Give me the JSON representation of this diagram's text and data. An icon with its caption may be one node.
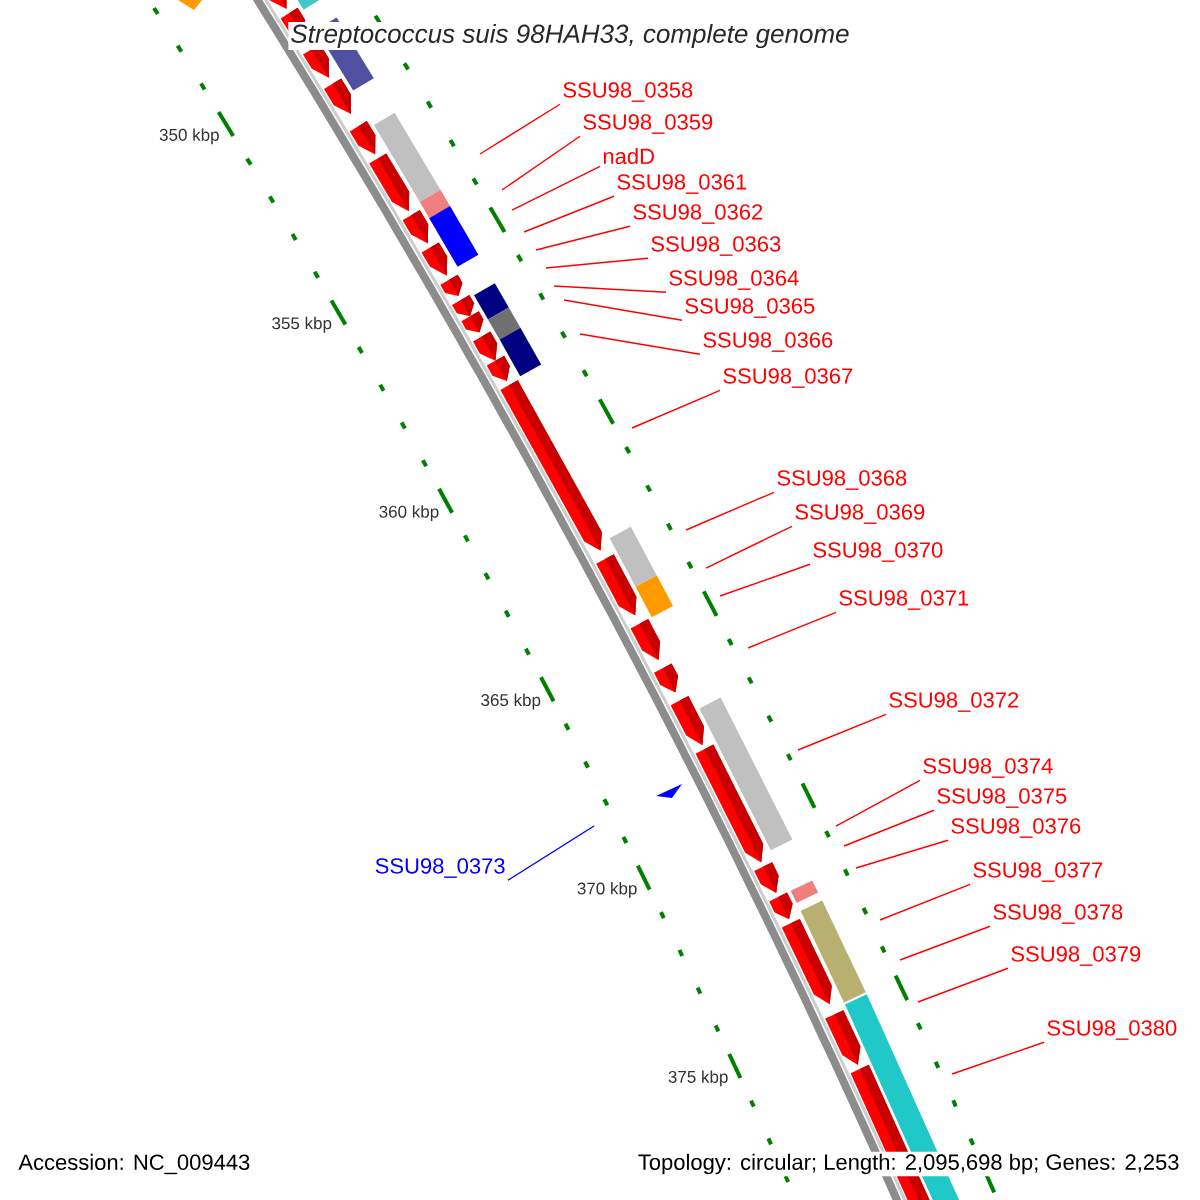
{
  "diagram": {
    "title": "Streptococcus suis 98HAH33, complete genome",
    "nodes": [
      {
        "text": [
          "SSU98_0358"
        ]
      },
      {
        "text": [
          "SSU98_0359"
        ]
      },
      {
        "text": [
          "nadD"
        ]
      },
      {
        "text": [
          "SSU98_0361"
        ]
      },
      {
        "text": [
          "SSU98_0362"
        ]
      },
      {
        "text": [
          "SSU98_0363"
        ]
      },
      {
        "text": [
          "SSU98_0364"
        ]
      },
      {
        "text": [
          "SSU98_0365"
        ]
      },
      {
        "text": [
          "SSU98_0366"
        ]
      },
      {
        "text": [
          "SSU98_0367"
        ]
      },
      {
        "text": [
          "SSU98_0368"
        ]
      },
      {
        "text": [
          "SSU98_0369"
        ]
      },
      {
        "text": [
          "SSU98_0370"
        ]
      },
      {
        "text": [
          "SSU98_0371"
        ]
      },
      {
        "text": [
          "SSU98_0372"
        ]
      },
      {
        "text": [
          "SSU98_0374"
        ]
      },
      {
        "text": [
          "SSU98_0375"
        ]
      },
      {
        "text": [
          "SSU98_0376"
        ]
      },
      {
        "text": [
          "SSU98_0373"
        ]
      },
      {
        "text": [
          "SSU98_0377"
        ]
      },
      {
        "text": [
          "SSU98_0378"
        ]
      },
      {
        "text": [
          "SSU98_0379"
        ]
      },
      {
        "text": [
          "SSU98_0380"
        ]
      }
    ],
    "edges": [
      {
        "from": 0,
        "to": null,
        "arrow": "none"
      },
      {
        "from": 1,
        "to": null,
        "arrow": "none"
      },
      {
        "from": 2,
        "to": null,
        "arrow": "none"
      },
      {
        "from": 3,
        "to": null,
        "arrow": "none"
      },
      {
        "from": 4,
        "to": null,
        "arrow": "none"
      },
      {
        "from": 5,
        "to": null,
        "arrow": "none"
      },
      {
        "from": 6,
        "to": null,
        "arrow": "none"
      },
      {
        "from": 7,
        "to": null,
        "arrow": "none"
      },
      {
        "from": 8,
        "to": null,
        "arrow": "none"
      },
      {
        "from": 9,
        "to": null,
        "arrow": "none"
      },
      {
        "from": 10,
        "to": null,
        "arrow": "none"
      },
      {
        "from": 11,
        "to": null,
        "arrow": "none"
      },
      {
        "from": 12,
        "to": null,
        "arrow": "none"
      },
      {
        "from": 13,
        "to": null,
        "arrow": "none"
      },
      {
        "from": 14,
        "to": null,
        "arrow": "none"
      },
      {
        "from": 15,
        "to": null,
        "arrow": "none"
      },
      {
        "from": 16,
        "to": null,
        "arrow": "none"
      },
      {
        "from": 17,
        "to": null,
        "arrow": "none"
      },
      {
        "from": 18,
        "to": null,
        "arrow": "none",
        "color": "#0000ff"
      },
      {
        "from": 19,
        "to": null,
        "arrow": "none"
      },
      {
        "from": 20,
        "to": null,
        "arrow": "none"
      },
      {
        "from": 21,
        "to": null,
        "arrow": "none"
      },
      {
        "from": 22,
        "to": null,
        "arrow": "none"
      }
    ],
    "labels": [
      "350 kbp",
      "355 kbp",
      "360 kbp",
      "365 kbp",
      "370 kbp",
      "375 kbp",
      "Accession: NC_009443",
      "Topology: circular; Length: 2,095,698 bp; Genes: 2,253"
    ]
  }
}
